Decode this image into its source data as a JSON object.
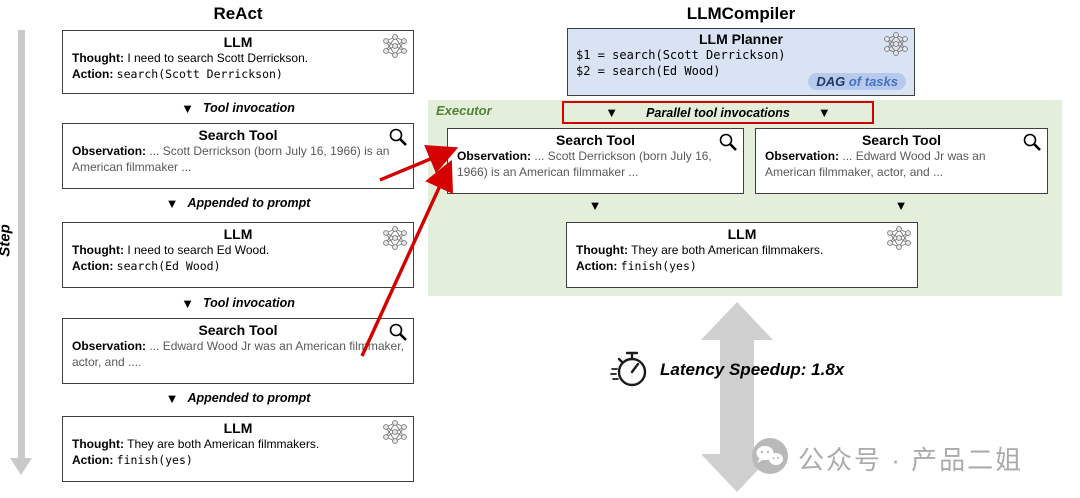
{
  "icons": {
    "down_triangle": "▼"
  },
  "react": {
    "title": "ReAct",
    "step_label": "Step",
    "connectors": [
      "Tool invocation",
      "Appended to prompt",
      "Tool invocation",
      "Appended to prompt"
    ],
    "boxes": [
      {
        "title": "LLM",
        "thought_label": "Thought:",
        "thought": "I need to search Scott Derrickson.",
        "action_label": "Action:",
        "action_code": "search(Scott Derrickson)"
      },
      {
        "title": "Search Tool",
        "obs_label": "Observation:",
        "obs": "... Scott Derrickson (born July 16, 1966) is an American filmmaker ..."
      },
      {
        "title": "LLM",
        "thought_label": "Thought:",
        "thought": "I need to search Ed Wood.",
        "action_label": "Action:",
        "action_code": "search(Ed Wood)"
      },
      {
        "title": "Search Tool",
        "obs_label": "Observation:",
        "obs": "... Edward Wood Jr was an American filmmaker, actor, and ...."
      },
      {
        "title": "LLM",
        "thought_label": "Thought:",
        "thought": "They are both American filmmakers.",
        "action_label": "Action:",
        "action_code": "finish(yes)"
      }
    ]
  },
  "compiler": {
    "title": "LLMCompiler",
    "planner": {
      "title": "LLM Planner",
      "line1": "$1 = search(Scott Derrickson)",
      "line2": "$2 = search(Ed Wood)",
      "dag_bold": "DAG",
      "dag_rest": " of tasks"
    },
    "executor": {
      "label": "Executor",
      "parallel_label": "Parallel tool invocations",
      "tools": [
        {
          "title": "Search Tool",
          "obs_label": "Observation:",
          "obs": "... Scott Derrickson (born July 16, 1966) is an American filmmaker ..."
        },
        {
          "title": "Search Tool",
          "obs_label": "Observation:",
          "obs": "... Edward Wood Jr was an American filmmaker, actor, and ..."
        }
      ],
      "llm": {
        "title": "LLM",
        "thought_label": "Thought:",
        "thought": "They are both American filmmakers.",
        "action_label": "Action:",
        "action_code": "finish(yes)"
      }
    },
    "latency": "Latency Speedup: 1.8x"
  },
  "watermark": "公众号 · 产品二姐",
  "colors": {
    "red": "#d40000",
    "executor_green_bg": "#e3efda",
    "executor_green_text": "#538135",
    "planner_blue_bg": "#dae3f3",
    "dag_blue": "#4472c4",
    "arrow_gray": "#c9c9c9"
  }
}
